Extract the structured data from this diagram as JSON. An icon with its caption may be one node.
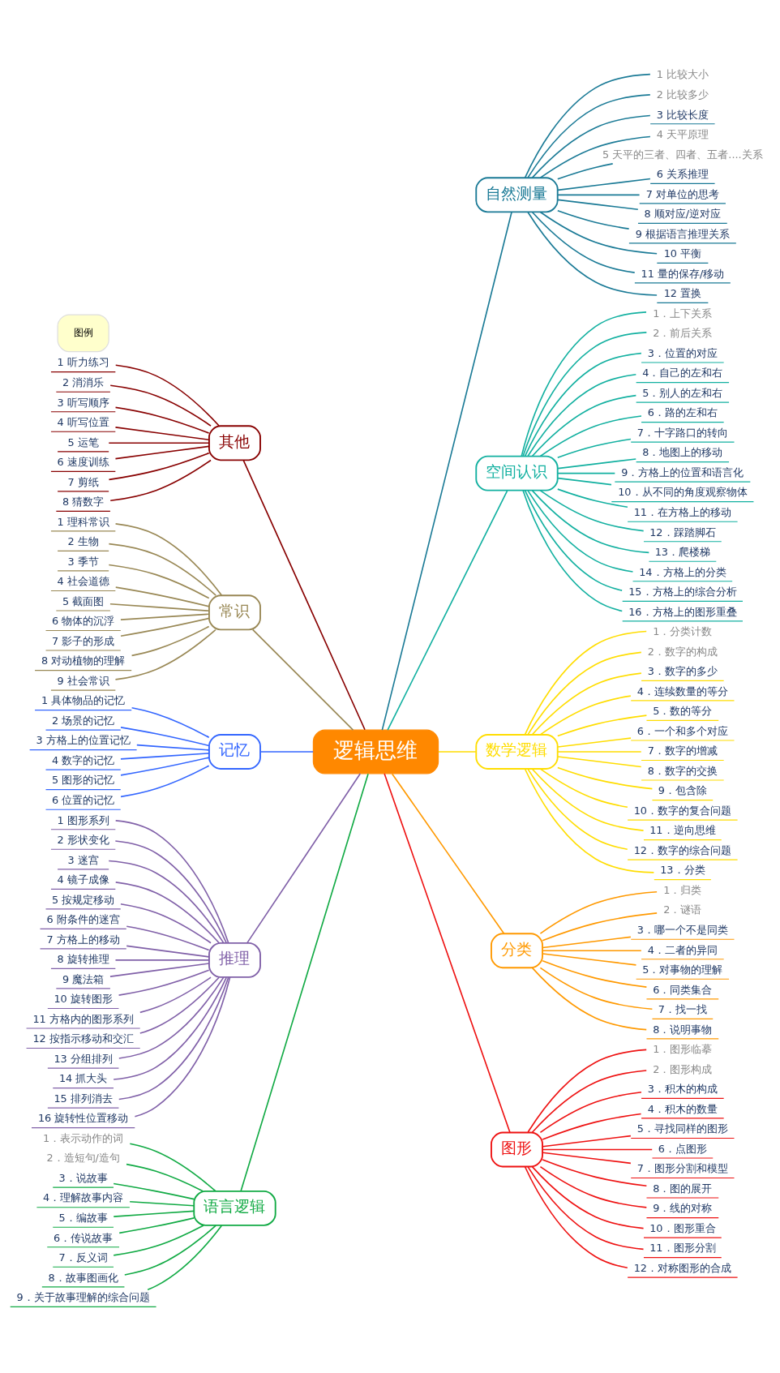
{
  "diagram": {
    "nodes": [
      {
        "text": [
          "逻辑思维"
        ]
      },
      {
        "text": [
          "自然测量"
        ]
      },
      {
        "text": [
          "1 比较大小"
        ]
      },
      {
        "text": [
          "2 比较多少"
        ]
      },
      {
        "text": [
          "3 比较长度"
        ]
      },
      {
        "text": [
          "4 天平原理"
        ]
      },
      {
        "text": [
          "5 天平的三者、四者、五者....关系"
        ]
      },
      {
        "text": [
          "6 关系推理"
        ]
      },
      {
        "text": [
          "7 对单位的思考"
        ]
      },
      {
        "text": [
          "8 顺对应/逆对应"
        ]
      },
      {
        "text": [
          "9 根据语言推理关系"
        ]
      },
      {
        "text": [
          "10 平衡"
        ]
      },
      {
        "text": [
          "11 量的保存/移动"
        ]
      },
      {
        "text": [
          "12 置换"
        ]
      },
      {
        "text": [
          "空间认识"
        ]
      },
      {
        "text": [
          "1．上下关系"
        ]
      },
      {
        "text": [
          "2．前后关系"
        ]
      },
      {
        "text": [
          "3．位置的对应"
        ]
      },
      {
        "text": [
          "4．自己的左和右"
        ]
      },
      {
        "text": [
          "5．别人的左和右"
        ]
      },
      {
        "text": [
          "6．路的左和右"
        ]
      },
      {
        "text": [
          "7．十字路口的转向"
        ]
      },
      {
        "text": [
          "8．地图上的移动"
        ]
      },
      {
        "text": [
          "9．方格上的位置和语言化"
        ]
      },
      {
        "text": [
          "10．从不同的角度观察物体"
        ]
      },
      {
        "text": [
          "11．在方格上的移动"
        ]
      },
      {
        "text": [
          "12．踩踏脚石"
        ]
      },
      {
        "text": [
          "13．爬楼梯"
        ]
      },
      {
        "text": [
          "14．方格上的分类"
        ]
      },
      {
        "text": [
          "15．方格上的综合分析"
        ]
      },
      {
        "text": [
          "16．方格上的图形重叠"
        ]
      },
      {
        "text": [
          "数学逻辑"
        ]
      },
      {
        "text": [
          "1．分类计数"
        ]
      },
      {
        "text": [
          "2．数字的构成"
        ]
      },
      {
        "text": [
          "3．数字的多少"
        ]
      },
      {
        "text": [
          "4．连续数量的等分"
        ]
      },
      {
        "text": [
          "5．数的等分"
        ]
      },
      {
        "text": [
          "6．一个和多个对应"
        ]
      },
      {
        "text": [
          "7．数字的增减"
        ]
      },
      {
        "text": [
          "8．数字的交换"
        ]
      },
      {
        "text": [
          "9．包含除"
        ]
      },
      {
        "text": [
          "10．数字的复合问题"
        ]
      },
      {
        "text": [
          "11．逆向思维"
        ]
      },
      {
        "text": [
          "12．数字的综合问题"
        ]
      },
      {
        "text": [
          "13．分类"
        ]
      },
      {
        "text": [
          "分类"
        ]
      },
      {
        "text": [
          "1．归类"
        ]
      },
      {
        "text": [
          "2．谜语"
        ]
      },
      {
        "text": [
          "3．哪一个不是同类"
        ]
      },
      {
        "text": [
          "4．二者的异同"
        ]
      },
      {
        "text": [
          "5．对事物的理解"
        ]
      },
      {
        "text": [
          "6．同类集合"
        ]
      },
      {
        "text": [
          "7．找一找"
        ]
      },
      {
        "text": [
          "8．说明事物"
        ]
      },
      {
        "text": [
          "图形"
        ]
      },
      {
        "text": [
          "1．图形临摹"
        ]
      },
      {
        "text": [
          "2．图形构成"
        ]
      },
      {
        "text": [
          "3．积木的构成"
        ]
      },
      {
        "text": [
          "4．积木的数量"
        ]
      },
      {
        "text": [
          "5．寻找同样的图形"
        ]
      },
      {
        "text": [
          "6．点图形"
        ]
      },
      {
        "text": [
          "7．图形分割和模型"
        ]
      },
      {
        "text": [
          "8．图的展开"
        ]
      },
      {
        "text": [
          "9．线的对称"
        ]
      },
      {
        "text": [
          "10．图形重合"
        ]
      },
      {
        "text": [
          "11．图形分割"
        ]
      },
      {
        "text": [
          "12．对称图形的合成"
        ]
      },
      {
        "text": [
          "其他"
        ]
      },
      {
        "text": [
          "1 听力练习"
        ]
      },
      {
        "text": [
          "2 消消乐"
        ]
      },
      {
        "text": [
          "3 听写顺序"
        ]
      },
      {
        "text": [
          "4 听写位置"
        ]
      },
      {
        "text": [
          "5 运笔"
        ]
      },
      {
        "text": [
          "6 速度训练"
        ]
      },
      {
        "text": [
          "7 剪纸"
        ]
      },
      {
        "text": [
          "8 猜数字"
        ]
      },
      {
        "text": [
          "常识"
        ]
      },
      {
        "text": [
          "1 理科常识"
        ]
      },
      {
        "text": [
          "2 生物"
        ]
      },
      {
        "text": [
          "3 季节"
        ]
      },
      {
        "text": [
          "4 社会道德"
        ]
      },
      {
        "text": [
          "5 截面图"
        ]
      },
      {
        "text": [
          "6 物体的沉浮"
        ]
      },
      {
        "text": [
          "7 影子的形成"
        ]
      },
      {
        "text": [
          "8 对动植物的理解"
        ]
      },
      {
        "text": [
          "9 社会常识"
        ]
      },
      {
        "text": [
          "记忆"
        ]
      },
      {
        "text": [
          "1 具体物品的记忆"
        ]
      },
      {
        "text": [
          "2 场景的记忆"
        ]
      },
      {
        "text": [
          "3 方格上的位置记忆"
        ]
      },
      {
        "text": [
          "4 数字的记忆"
        ]
      },
      {
        "text": [
          "5 图形的记忆"
        ]
      },
      {
        "text": [
          "6 位置的记忆"
        ]
      },
      {
        "text": [
          "推理"
        ]
      },
      {
        "text": [
          "1 图形系列"
        ]
      },
      {
        "text": [
          "2 形状变化"
        ]
      },
      {
        "text": [
          "3 迷宫"
        ]
      },
      {
        "text": [
          "4 镜子成像"
        ]
      },
      {
        "text": [
          "5 按规定移动"
        ]
      },
      {
        "text": [
          "6 附条件的迷宫"
        ]
      },
      {
        "text": [
          "7 方格上的移动"
        ]
      },
      {
        "text": [
          "8 旋转推理"
        ]
      },
      {
        "text": [
          "9 魔法箱"
        ]
      },
      {
        "text": [
          "10 旋转图形"
        ]
      },
      {
        "text": [
          "11 方格内的图形系列"
        ]
      },
      {
        "text": [
          "12 按指示移动和交汇"
        ]
      },
      {
        "text": [
          "13 分组排列"
        ]
      },
      {
        "text": [
          "14 抓大头"
        ]
      },
      {
        "text": [
          "15 排列消去"
        ]
      },
      {
        "text": [
          "16 旋转性位置移动"
        ]
      },
      {
        "text": [
          "语言逻辑"
        ]
      },
      {
        "text": [
          "1．表示动作的词"
        ]
      },
      {
        "text": [
          "2．造短句/造句"
        ]
      },
      {
        "text": [
          "3．说故事"
        ]
      },
      {
        "text": [
          "4．理解故事内容"
        ]
      },
      {
        "text": [
          "5．编故事"
        ]
      },
      {
        "text": [
          "6．传说故事"
        ]
      },
      {
        "text": [
          "7．反义词"
        ]
      },
      {
        "text": [
          "8．故事图画化"
        ]
      },
      {
        "text": [
          "9．关于故事理解的综合问题"
        ]
      },
      {
        "text": [
          "图例"
        ]
      }
    ],
    "edges": [
      {
        "from": 0,
        "to": 1,
        "arrow": "none",
        "color": "#1a7a96"
      },
      {
        "from": 1,
        "to": 2,
        "arrow": "none",
        "color": "#1a7a96"
      },
      {
        "from": 1,
        "to": 3,
        "arrow": "none",
        "color": "#1a7a96"
      },
      {
        "from": 1,
        "to": 4,
        "arrow": "none",
        "color": "#1a7a96"
      },
      {
        "from": 1,
        "to": 5,
        "arrow": "none",
        "color": "#1a7a96"
      },
      {
        "from": 1,
        "to": 6,
        "arrow": "none",
        "color": "#1a7a96"
      },
      {
        "from": 1,
        "to": 7,
        "arrow": "none",
        "color": "#1a7a96"
      },
      {
        "from": 1,
        "to": 8,
        "arrow": "none",
        "color": "#1a7a96"
      },
      {
        "from": 1,
        "to": 9,
        "arrow": "none",
        "color": "#1a7a96"
      },
      {
        "from": 1,
        "to": 10,
        "arrow": "none",
        "color": "#1a7a96"
      },
      {
        "from": 1,
        "to": 11,
        "arrow": "none",
        "color": "#1a7a96"
      },
      {
        "from": 1,
        "to": 12,
        "arrow": "none",
        "color": "#1a7a96"
      },
      {
        "from": 1,
        "to": 13,
        "arrow": "none",
        "color": "#1a7a96"
      },
      {
        "from": 0,
        "to": 14,
        "arrow": "none",
        "color": "#12b0a0"
      },
      {
        "from": 14,
        "to": 15,
        "arrow": "none",
        "color": "#12b0a0"
      },
      {
        "from": 14,
        "to": 16,
        "arrow": "none",
        "color": "#12b0a0"
      },
      {
        "from": 14,
        "to": 17,
        "arrow": "none",
        "color": "#12b0a0"
      },
      {
        "from": 14,
        "to": 18,
        "arrow": "none",
        "color": "#12b0a0"
      },
      {
        "from": 14,
        "to": 19,
        "arrow": "none",
        "color": "#12b0a0"
      },
      {
        "from": 14,
        "to": 20,
        "arrow": "none",
        "color": "#12b0a0"
      },
      {
        "from": 14,
        "to": 21,
        "arrow": "none",
        "color": "#12b0a0"
      },
      {
        "from": 14,
        "to": 22,
        "arrow": "none",
        "color": "#12b0a0"
      },
      {
        "from": 14,
        "to": 23,
        "arrow": "none",
        "color": "#12b0a0"
      },
      {
        "from": 14,
        "to": 24,
        "arrow": "none",
        "color": "#12b0a0"
      },
      {
        "from": 14,
        "to": 25,
        "arrow": "none",
        "color": "#12b0a0"
      },
      {
        "from": 14,
        "to": 26,
        "arrow": "none",
        "color": "#12b0a0"
      },
      {
        "from": 14,
        "to": 27,
        "arrow": "none",
        "color": "#12b0a0"
      },
      {
        "from": 14,
        "to": 28,
        "arrow": "none",
        "color": "#12b0a0"
      },
      {
        "from": 14,
        "to": 29,
        "arrow": "none",
        "color": "#12b0a0"
      },
      {
        "from": 14,
        "to": 30,
        "arrow": "none",
        "color": "#12b0a0"
      },
      {
        "from": 0,
        "to": 31,
        "arrow": "none",
        "color": "#ffdd00"
      },
      {
        "from": 31,
        "to": 32,
        "arrow": "none",
        "color": "#ffdd00"
      },
      {
        "from": 31,
        "to": 33,
        "arrow": "none",
        "color": "#ffdd00"
      },
      {
        "from": 31,
        "to": 34,
        "arrow": "none",
        "color": "#ffdd00"
      },
      {
        "from": 31,
        "to": 35,
        "arrow": "none",
        "color": "#ffdd00"
      },
      {
        "from": 31,
        "to": 36,
        "arrow": "none",
        "color": "#ffdd00"
      },
      {
        "from": 31,
        "to": 37,
        "arrow": "none",
        "color": "#ffdd00"
      },
      {
        "from": 31,
        "to": 38,
        "arrow": "none",
        "color": "#ffdd00"
      },
      {
        "from": 31,
        "to": 39,
        "arrow": "none",
        "color": "#ffdd00"
      },
      {
        "from": 31,
        "to": 40,
        "arrow": "none",
        "color": "#ffdd00"
      },
      {
        "from": 31,
        "to": 41,
        "arrow": "none",
        "color": "#ffdd00"
      },
      {
        "from": 31,
        "to": 42,
        "arrow": "none",
        "color": "#ffdd00"
      },
      {
        "from": 31,
        "to": 43,
        "arrow": "none",
        "color": "#ffdd00"
      },
      {
        "from": 31,
        "to": 44,
        "arrow": "none",
        "color": "#ffdd00"
      },
      {
        "from": 0,
        "to": 45,
        "arrow": "none",
        "color": "#ff9900"
      },
      {
        "from": 45,
        "to": 46,
        "arrow": "none",
        "color": "#ff9900"
      },
      {
        "from": 45,
        "to": 47,
        "arrow": "none",
        "color": "#ff9900"
      },
      {
        "from": 45,
        "to": 48,
        "arrow": "none",
        "color": "#ff9900"
      },
      {
        "from": 45,
        "to": 49,
        "arrow": "none",
        "color": "#ff9900"
      },
      {
        "from": 45,
        "to": 50,
        "arrow": "none",
        "color": "#ff9900"
      },
      {
        "from": 45,
        "to": 51,
        "arrow": "none",
        "color": "#ff9900"
      },
      {
        "from": 45,
        "to": 52,
        "arrow": "none",
        "color": "#ff9900"
      },
      {
        "from": 45,
        "to": 53,
        "arrow": "none",
        "color": "#ff9900"
      },
      {
        "from": 0,
        "to": 54,
        "arrow": "none",
        "color": "#ee1111"
      },
      {
        "from": 54,
        "to": 55,
        "arrow": "none",
        "color": "#ee1111"
      },
      {
        "from": 54,
        "to": 56,
        "arrow": "none",
        "color": "#ee1111"
      },
      {
        "from": 54,
        "to": 57,
        "arrow": "none",
        "color": "#ee1111"
      },
      {
        "from": 54,
        "to": 58,
        "arrow": "none",
        "color": "#ee1111"
      },
      {
        "from": 54,
        "to": 59,
        "arrow": "none",
        "color": "#ee1111"
      },
      {
        "from": 54,
        "to": 60,
        "arrow": "none",
        "color": "#ee1111"
      },
      {
        "from": 54,
        "to": 61,
        "arrow": "none",
        "color": "#ee1111"
      },
      {
        "from": 54,
        "to": 62,
        "arrow": "none",
        "color": "#ee1111"
      },
      {
        "from": 54,
        "to": 63,
        "arrow": "none",
        "color": "#ee1111"
      },
      {
        "from": 54,
        "to": 64,
        "arrow": "none",
        "color": "#ee1111"
      },
      {
        "from": 54,
        "to": 65,
        "arrow": "none",
        "color": "#ee1111"
      },
      {
        "from": 54,
        "to": 66,
        "arrow": "none",
        "color": "#ee1111"
      },
      {
        "from": 0,
        "to": 67,
        "arrow": "none",
        "color": "#880000"
      },
      {
        "from": 67,
        "to": 68,
        "arrow": "none",
        "color": "#880000"
      },
      {
        "from": 67,
        "to": 69,
        "arrow": "none",
        "color": "#880000"
      },
      {
        "from": 67,
        "to": 70,
        "arrow": "none",
        "color": "#880000"
      },
      {
        "from": 67,
        "to": 71,
        "arrow": "none",
        "color": "#880000"
      },
      {
        "from": 67,
        "to": 72,
        "arrow": "none",
        "color": "#880000"
      },
      {
        "from": 67,
        "to": 73,
        "arrow": "none",
        "color": "#880000"
      },
      {
        "from": 67,
        "to": 74,
        "arrow": "none",
        "color": "#880000"
      },
      {
        "from": 67,
        "to": 75,
        "arrow": "none",
        "color": "#880000"
      },
      {
        "from": 0,
        "to": 76,
        "arrow": "none",
        "color": "#998855"
      },
      {
        "from": 76,
        "to": 77,
        "arrow": "none",
        "color": "#998855"
      },
      {
        "from": 76,
        "to": 78,
        "arrow": "none",
        "color": "#998855"
      },
      {
        "from": 76,
        "to": 79,
        "arrow": "none",
        "color": "#998855"
      },
      {
        "from": 76,
        "to": 80,
        "arrow": "none",
        "color": "#998855"
      },
      {
        "from": 76,
        "to": 81,
        "arrow": "none",
        "color": "#998855"
      },
      {
        "from": 76,
        "to": 82,
        "arrow": "none",
        "color": "#998855"
      },
      {
        "from": 76,
        "to": 83,
        "arrow": "none",
        "color": "#998855"
      },
      {
        "from": 76,
        "to": 84,
        "arrow": "none",
        "color": "#998855"
      },
      {
        "from": 76,
        "to": 85,
        "arrow": "none",
        "color": "#998855"
      },
      {
        "from": 0,
        "to": 86,
        "arrow": "none",
        "color": "#3366ff"
      },
      {
        "from": 86,
        "to": 87,
        "arrow": "none",
        "color": "#3366ff"
      },
      {
        "from": 86,
        "to": 88,
        "arrow": "none",
        "color": "#3366ff"
      },
      {
        "from": 86,
        "to": 89,
        "arrow": "none",
        "color": "#3366ff"
      },
      {
        "from": 86,
        "to": 90,
        "arrow": "none",
        "color": "#3366ff"
      },
      {
        "from": 86,
        "to": 91,
        "arrow": "none",
        "color": "#3366ff"
      },
      {
        "from": 86,
        "to": 92,
        "arrow": "none",
        "color": "#3366ff"
      },
      {
        "from": 0,
        "to": 93,
        "arrow": "none",
        "color": "#8060a8"
      },
      {
        "from": 93,
        "to": 94,
        "arrow": "none",
        "color": "#8060a8"
      },
      {
        "from": 93,
        "to": 95,
        "arrow": "none",
        "color": "#8060a8"
      },
      {
        "from": 93,
        "to": 96,
        "arrow": "none",
        "color": "#8060a8"
      },
      {
        "from": 93,
        "to": 97,
        "arrow": "none",
        "color": "#8060a8"
      },
      {
        "from": 93,
        "to": 98,
        "arrow": "none",
        "color": "#8060a8"
      },
      {
        "from": 93,
        "to": 99,
        "arrow": "none",
        "color": "#8060a8"
      },
      {
        "from": 93,
        "to": 100,
        "arrow": "none",
        "color": "#8060a8"
      },
      {
        "from": 93,
        "to": 101,
        "arrow": "none",
        "color": "#8060a8"
      },
      {
        "from": 93,
        "to": 102,
        "arrow": "none",
        "color": "#8060a8"
      },
      {
        "from": 93,
        "to": 103,
        "arrow": "none",
        "color": "#8060a8"
      },
      {
        "from": 93,
        "to": 104,
        "arrow": "none",
        "color": "#8060a8"
      },
      {
        "from": 93,
        "to": 105,
        "arrow": "none",
        "color": "#8060a8"
      },
      {
        "from": 93,
        "to": 106,
        "arrow": "none",
        "color": "#8060a8"
      },
      {
        "from": 93,
        "to": 107,
        "arrow": "none",
        "color": "#8060a8"
      },
      {
        "from": 93,
        "to": 108,
        "arrow": "none",
        "color": "#8060a8"
      },
      {
        "from": 93,
        "to": 109,
        "arrow": "none",
        "color": "#8060a8"
      },
      {
        "from": 0,
        "to": 110,
        "arrow": "none",
        "color": "#11aa44"
      },
      {
        "from": 110,
        "to": 111,
        "arrow": "none",
        "color": "#11aa44"
      },
      {
        "from": 110,
        "to": 112,
        "arrow": "none",
        "color": "#11aa44"
      },
      {
        "from": 110,
        "to": 113,
        "arrow": "none",
        "color": "#11aa44"
      },
      {
        "from": 110,
        "to": 114,
        "arrow": "none",
        "color": "#11aa44"
      },
      {
        "from": 110,
        "to": 115,
        "arrow": "none",
        "color": "#11aa44"
      },
      {
        "from": 110,
        "to": 116,
        "arrow": "none",
        "color": "#11aa44"
      },
      {
        "from": 110,
        "to": 117,
        "arrow": "none",
        "color": "#11aa44"
      },
      {
        "from": 110,
        "to": 118,
        "arrow": "none",
        "color": "#11aa44"
      },
      {
        "from": 110,
        "to": 119,
        "arrow": "none",
        "color": "#11aa44"
      }
    ]
  }
}
